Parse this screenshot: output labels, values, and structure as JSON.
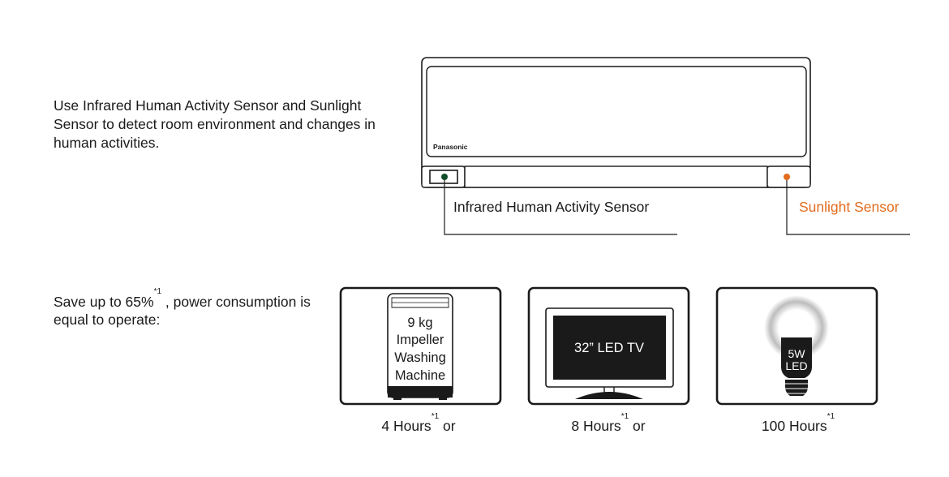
{
  "intro_text": "Use Infrared Human Activity Sensor and Sunlight Sensor to detect room environment and changes in human activities.",
  "ac_unit": {
    "brand": "Panasonic"
  },
  "sensors": {
    "infrared_label": "Infrared Human Activity Sensor",
    "sunlight_label": "Sunlight Sensor"
  },
  "savings": {
    "text_prefix": "Save up to 65%",
    "text_sup": "*1",
    "text_suffix": " , power consumption is equal to operate:"
  },
  "appliances": [
    {
      "name": "washing-machine",
      "lines": [
        "9 kg",
        "Impeller",
        "Washing",
        "Machine"
      ],
      "caption": "4 Hours",
      "sup": "*1",
      "suffix": " or"
    },
    {
      "name": "led-tv",
      "label": "32” LED TV",
      "caption": "8 Hours",
      "sup": "*1",
      "suffix": " or"
    },
    {
      "name": "led-bulb",
      "lines": [
        "5W",
        "LED"
      ],
      "caption": "100 Hours",
      "sup": "*1",
      "suffix": ""
    }
  ],
  "colors": {
    "infrared_marker": "#0f4d2a",
    "sunlight_marker": "#e36b1e",
    "outline": "#1a1a1a",
    "screen": "#1a1a1a"
  }
}
